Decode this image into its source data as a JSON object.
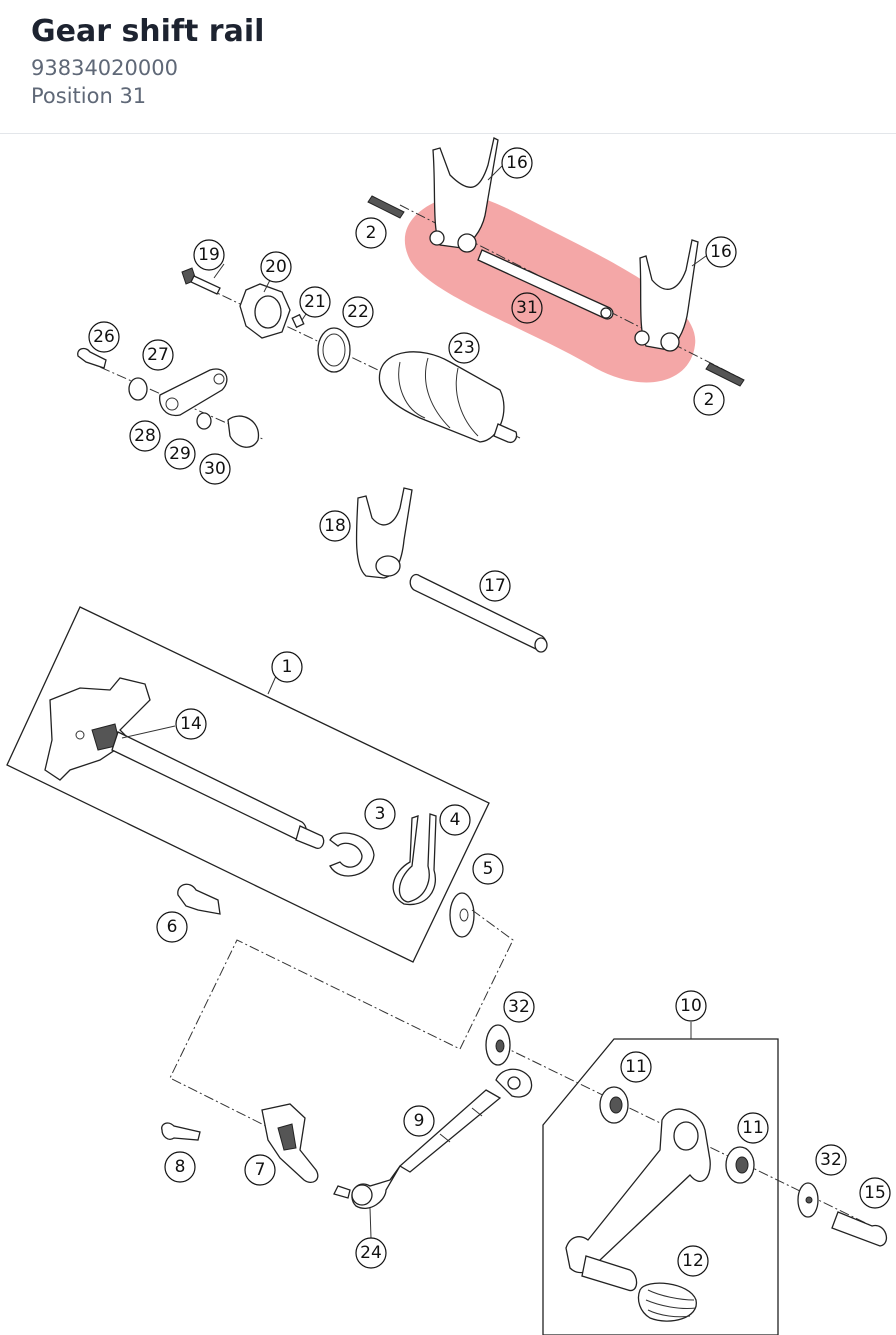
{
  "header": {
    "title": "Gear shift rail",
    "part_number": "93834020000",
    "position": "Position 31"
  },
  "highlight": {
    "color": "#f08a8a",
    "callout": "31"
  },
  "callouts": {
    "c16a": "16",
    "c16b": "16",
    "c2a": "2",
    "c2b": "2",
    "c31": "31",
    "c19": "19",
    "c20": "20",
    "c21": "21",
    "c22": "22",
    "c23": "23",
    "c26": "26",
    "c27": "27",
    "c28": "28",
    "c29": "29",
    "c30": "30",
    "c18": "18",
    "c17": "17",
    "c1": "1",
    "c14": "14",
    "c3": "3",
    "c4": "4",
    "c5": "5",
    "c6": "6",
    "c32a": "32",
    "c10": "10",
    "c11a": "11",
    "c11b": "11",
    "c9": "9",
    "c8": "8",
    "c7": "7",
    "c24": "24",
    "c32b": "32",
    "c15": "15",
    "c12": "12"
  }
}
